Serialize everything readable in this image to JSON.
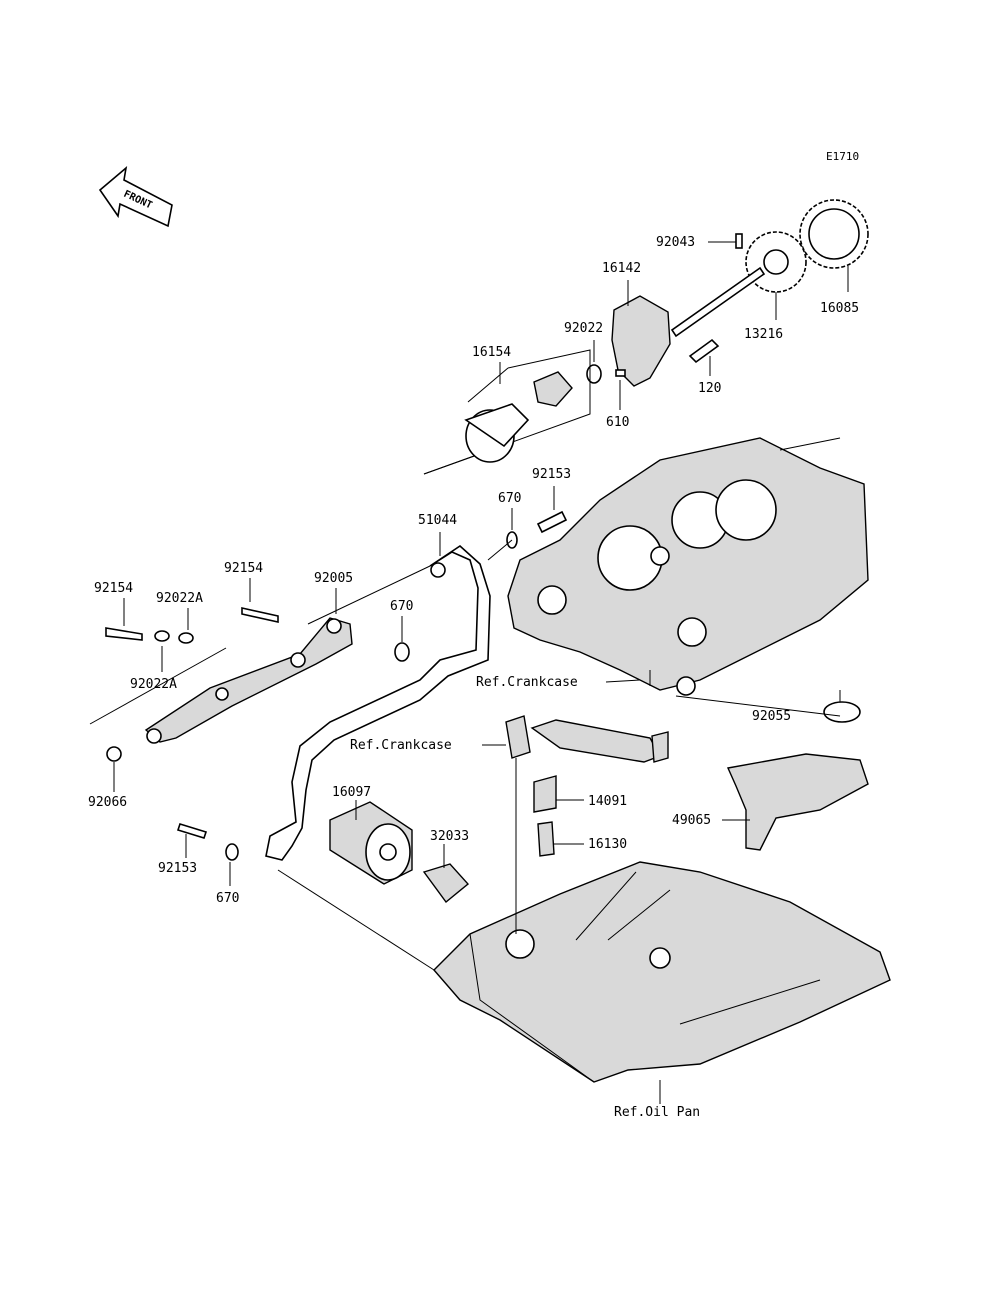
{
  "diagram_code": "E1710",
  "front_arrow_label": "FRONT",
  "part_labels": {
    "p92043": "92043",
    "p16142": "16142",
    "p16085": "16085",
    "p13216": "13216",
    "p92022": "92022",
    "p16154": "16154",
    "p120": "120",
    "p610": "610",
    "p92153_top": "92153",
    "p670_top": "670",
    "p51044": "51044",
    "p92154_left": "92154",
    "p92154_mid": "92154",
    "p92005": "92005",
    "p92022A_top": "92022A",
    "p670_mid": "670",
    "p92022A_bottom": "92022A",
    "p92066": "92066",
    "p92055": "92055",
    "p14091": "14091",
    "p16097": "16097",
    "p32033": "32033",
    "p16130": "16130",
    "p49065": "49065",
    "p92153_bottom": "92153",
    "p670_bottom": "670"
  },
  "reference_labels": {
    "crankcase_upper": "Ref.Crankcase",
    "crankcase_lower": "Ref.Crankcase",
    "oil_pan": "Ref.Oil Pan"
  }
}
